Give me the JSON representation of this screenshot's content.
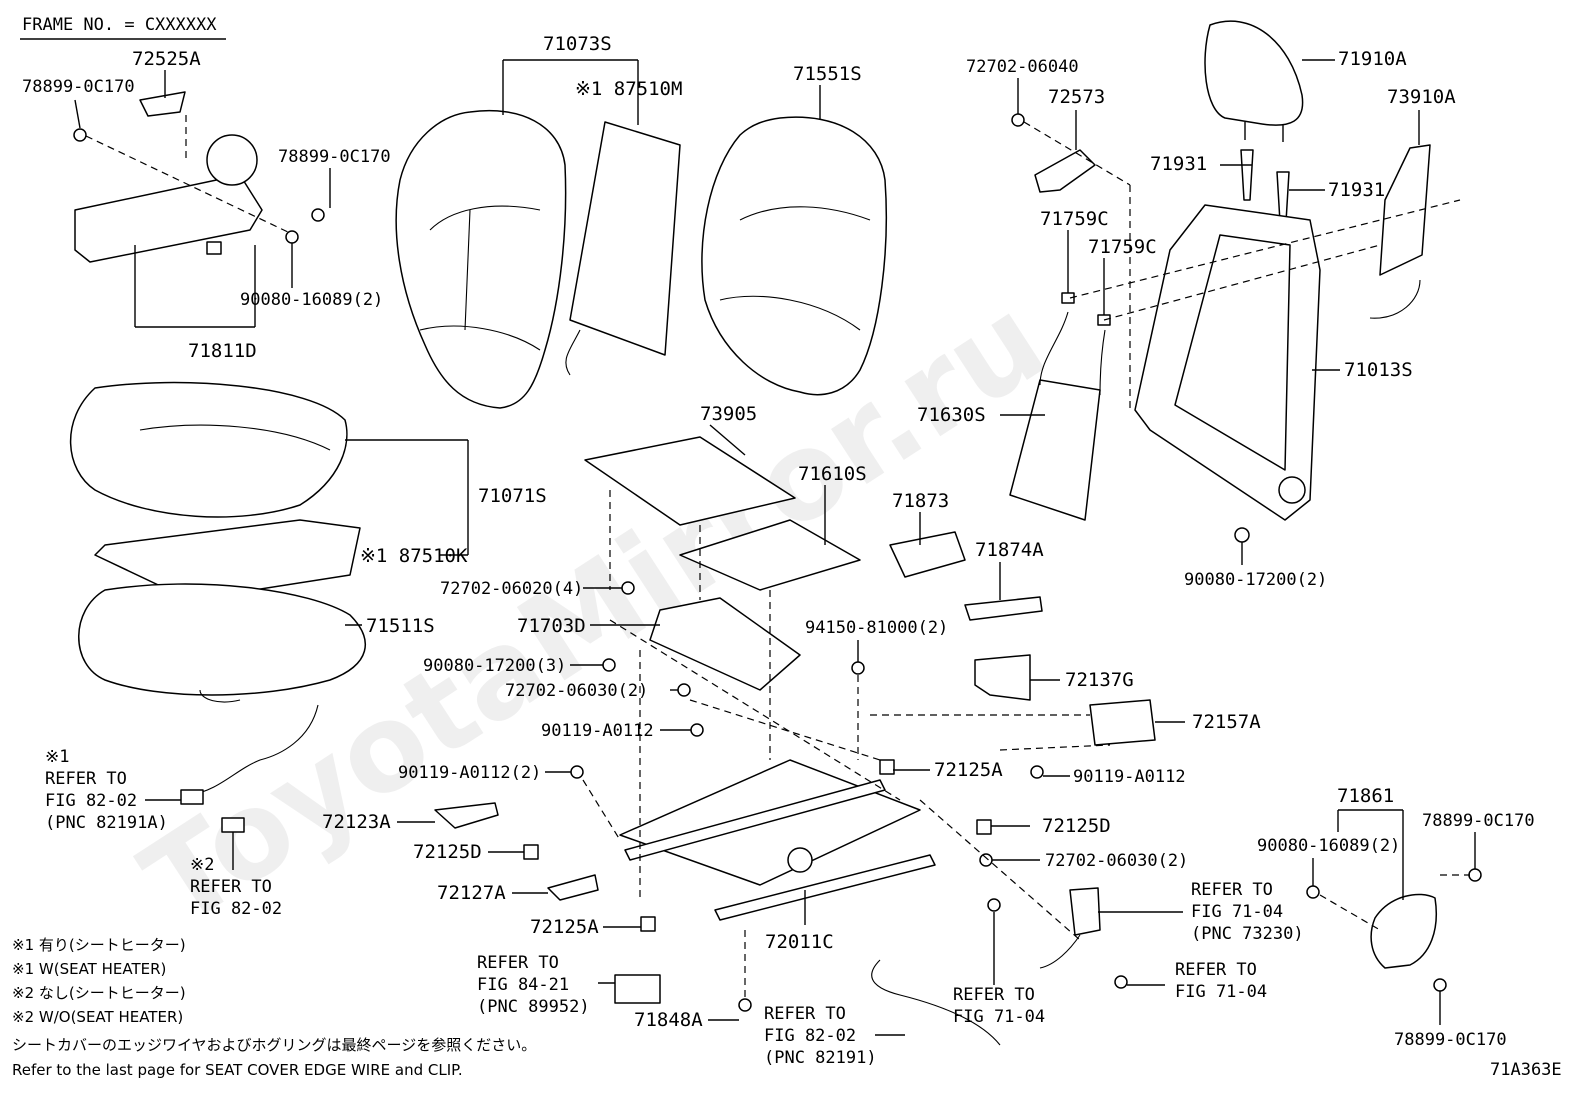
{
  "header": {
    "frame_no": "FRAME NO. = CXXXXXX"
  },
  "watermark": "ToyotaMirror.ru",
  "diagram_code": "71A363E",
  "labels": {
    "p71073S": "71073S",
    "p87510M": "※1 87510M",
    "p71551S": "71551S",
    "p72525A": "72525A",
    "p78899a": "78899-0C170",
    "p78899b": "78899-0C170",
    "p90080a": "90080-16089(2)",
    "p71811D": "71811D",
    "p72702_06040": "72702-06040",
    "p72573": "72573",
    "p71910A": "71910A",
    "p73910A": "73910A",
    "p71931a": "71931",
    "p71931b": "71931",
    "p71759Ca": "71759C",
    "p71759Cb": "71759C",
    "p71013S": "71013S",
    "p71630S": "71630S",
    "p90080_17200b": "90080-17200(2)",
    "p71071S": "71071S",
    "p87510K": "※1 87510K",
    "p71511S": "71511S",
    "p73905": "73905",
    "p71610S": "71610S",
    "p71873": "71873",
    "p71874A": "71874A",
    "p72702_06020": "72702-06020(4)",
    "p71703D": "71703D",
    "p94150": "94150-81000(2)",
    "p90080_17200a": "90080-17200(3)",
    "p72702_06030a": "72702-06030(2)",
    "p72137G": "72137G",
    "p90119a": "90119-A0112",
    "p72157A": "72157A",
    "p90119b": "90119-A0112(2)",
    "p72125Aa": "72125A",
    "p90119c": "90119-A0112",
    "p72123A": "72123A",
    "p72125Da": "72125D",
    "p72125Db": "72125D",
    "p72127A": "72127A",
    "p72702_06030b": "72702-06030(2)",
    "p72125Ab": "72125A",
    "p72011C": "72011C",
    "p71861": "71861",
    "p90080c": "90080-16089(2)",
    "p78899c": "78899-0C170",
    "p78899d": "78899-0C170",
    "p71848A": "71848A"
  },
  "refs": {
    "r1": [
      "※1",
      "REFER TO",
      "FIG 82-02",
      "(PNC 82191A)"
    ],
    "r2": [
      "※2",
      "REFER TO",
      "FIG 82-02"
    ],
    "r3": [
      "REFER TO",
      "FIG 84-21",
      "(PNC 89952)"
    ],
    "r4": [
      "REFER TO",
      "FIG 82-02",
      "(PNC 82191)"
    ],
    "r5": [
      "REFER TO",
      "FIG 71-04"
    ],
    "r6": [
      "REFER TO",
      "FIG 71-04",
      "(PNC 73230)"
    ],
    "r7": [
      "REFER TO",
      "FIG 71-04"
    ]
  },
  "notes": [
    "※1 有り(シートヒーター)",
    "※1 W(SEAT HEATER)",
    "※2 なし(シートヒーター)",
    "※2 W/O(SEAT HEATER)",
    "シートカバーのエッジワイヤおよびホグリングは最終ページを参照ください。",
    "Refer to the last page for SEAT COVER EDGE WIRE and CLIP."
  ]
}
